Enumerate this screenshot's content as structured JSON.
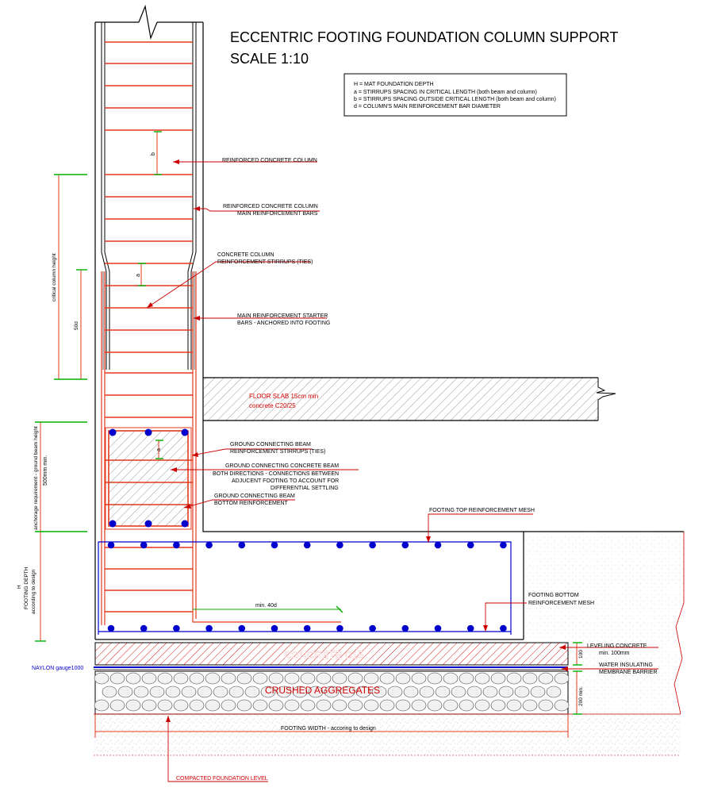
{
  "title": {
    "line1": "ECCENTRIC FOOTING FOUNDATION COLUMN SUPPORT",
    "line2": "SCALE 1:10"
  },
  "legend": [
    "H = MAT FOUNDATION DEPTH",
    "a = STIRRUPS SPACING IN CRITICAL LENGTH (both beam and column)",
    "b = STIRRUPS SPACING OUTSIDE CRITICAL LENGTH (both beam and column)",
    "d = COLUMN'S MAIN REINFORCEMENT BAR DIAMETER"
  ],
  "labels": {
    "column": "REINFORCED CONCRETE COLUMN",
    "main_bars_1": "REINFORCED CONCRETE COLUMN",
    "main_bars_2": "MAIN REINFORCEMENT BARS",
    "stirrups_1": "CONCRETE COLUMN",
    "stirrups_2": "REINFORCEMENT STIRRUPS (TIES)",
    "starter_1": "MAIN REINFORCEMENT STARTER",
    "starter_2": "BARS - ANCHORED INTO FOOTING",
    "floor_slab_1": "FLOOR SLAB 15cm min",
    "floor_slab_2": "concrete C20/25",
    "beam_stirrups_1": "GROUND CONNECTING BEAM",
    "beam_stirrups_2": "REINFORCEMENT STIRRUPS (TIES)",
    "beam_1": "GROUND CONNECTING CONCRETE BEAM",
    "beam_2": "BOTH DIRECTIONS - CONNECTIONS BETWEEN",
    "beam_3": "ADJUCENT FOOTING TO ACCOUNT FOR",
    "beam_4": "DIFFERENTIAL SETTLING",
    "beam_bottom_1": "GROUND CONNECTING BEAM",
    "beam_bottom_2": "BOTTOM REINFORCEMENT",
    "top_mesh": "FOOTING TOP REINFORCEMENT MESH",
    "bottom_mesh_1": "FOOTING BOTTOM",
    "bottom_mesh_2": "REINFORCEMENT MESH",
    "min40d": "min. 40d",
    "concrete_c15": "CONCRETE C15",
    "leveling_1": "LEVELING CONCRETE",
    "leveling_2": "min. 100mm",
    "water_1": "WATER INSULATING",
    "water_2": "MEMBRANE BARRIER",
    "nylon": "NAYLON gauge1000",
    "crushed": "CRUSHED AGGREGATES",
    "footing_width": "FOOTING WIDTH - accoring to design",
    "compacted": "COMPACTED FOUNDATION LEVEL",
    "dim_100": "100",
    "dim_200": "200 min.",
    "dim_b": "b",
    "dim_a1": "a",
    "dim_a2": "a",
    "critical_height": "critical column height",
    "dim_50d": "50d",
    "anchorage_1": "anchorage requirement - ground beam height",
    "anchorage_2": "500mm min.",
    "footing_h": "H",
    "footing_depth": "FOOTING DEPTH",
    "footing_design": "according to design"
  },
  "colors": {
    "rebar": "#e23a1e",
    "leader": "#cc0000",
    "bar_section": "#0000cc",
    "dim_tick": "#00b000",
    "outline": "#000000"
  }
}
